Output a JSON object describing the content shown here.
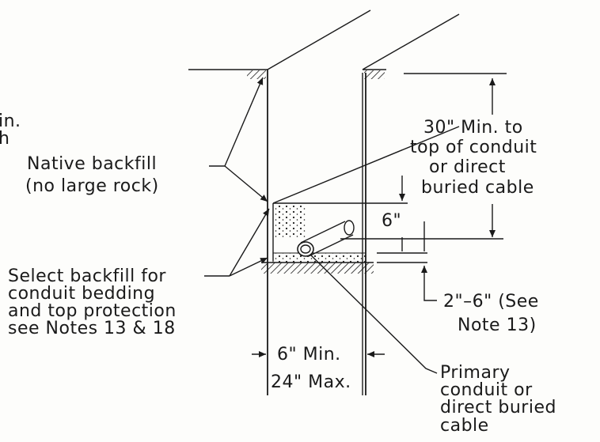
{
  "fragment_text": [
    "in.",
    "h"
  ],
  "labels": {
    "native_backfill": [
      "Native backfill",
      "(no large rock)"
    ],
    "depth_min": [
      "30\" Min. to",
      "top of conduit",
      "or direct",
      "buried cable"
    ],
    "bedding_depth": "6\"",
    "select_backfill": [
      "Select backfill for",
      "conduit bedding",
      "and top protection",
      "see Notes 13 & 18"
    ],
    "bedding_range": [
      "2\"–6\" (See",
      "Note 13)"
    ],
    "width_min": "6\" Min.",
    "width_max": "24\" Max.",
    "primary_conduit": [
      "Primary",
      "conduit or",
      "direct buried",
      "cable"
    ]
  },
  "colors": {
    "ink": "#1a1a1a",
    "paper": "#fdfdfb"
  }
}
